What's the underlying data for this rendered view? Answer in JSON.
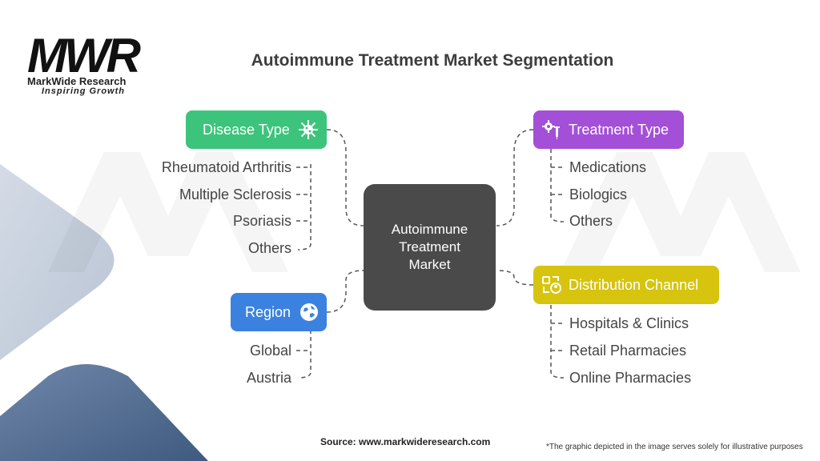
{
  "brand": {
    "name": "MarkWide Research",
    "tagline": "Inspiring Growth",
    "logo_text": "MWR"
  },
  "title": "Autoimmune Treatment Market Segmentation",
  "center": {
    "label": "Autoimmune Treatment Market"
  },
  "segments": {
    "disease_type": {
      "label": "Disease Type",
      "color": "#3cc47c",
      "icon": "virus-icon",
      "items": [
        "Rheumatoid Arthritis",
        "Multiple Sclerosis",
        "Psoriasis",
        "Others"
      ]
    },
    "region": {
      "label": "Region",
      "color": "#3b82e0",
      "icon": "globe-icon",
      "items": [
        "Global",
        "Austria"
      ]
    },
    "treatment_type": {
      "label": "Treatment Type",
      "color": "#a34fd8",
      "icon": "gear-syringe-icon",
      "items": [
        "Medications",
        "Biologics",
        "Others"
      ]
    },
    "distribution_channel": {
      "label": "Distribution Channel",
      "color": "#d6c40f",
      "icon": "delivery-icon",
      "items": [
        "Hospitals & Clinics",
        "Retail Pharmacies",
        "Online Pharmacies"
      ]
    }
  },
  "footer": {
    "source": "Source: www.markwideresearch.com",
    "note": "*The graphic depicted in the image serves solely for illustrative purposes"
  }
}
